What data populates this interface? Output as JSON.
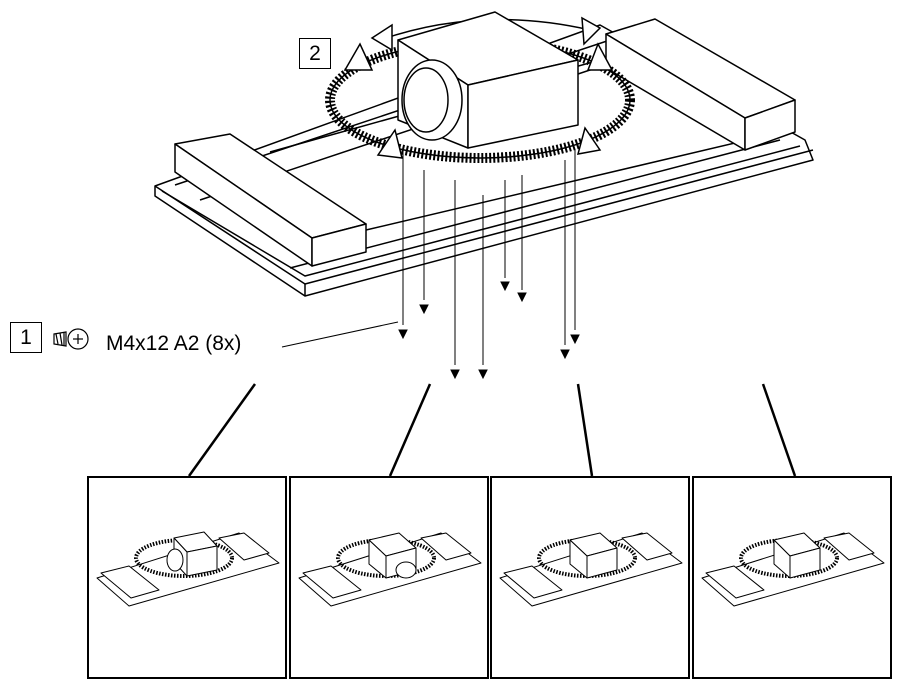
{
  "steps": {
    "step1": "1",
    "step2": "2"
  },
  "screw": {
    "label": "M4x12 A2 (8x)",
    "icon": "screw-icon"
  },
  "variants": {
    "count": 4,
    "items": [
      {
        "name": "orientation-1",
        "outlet": "left"
      },
      {
        "name": "orientation-2",
        "outlet": "front-right"
      },
      {
        "name": "orientation-3",
        "outlet": "none"
      },
      {
        "name": "orientation-4",
        "outlet": "none"
      }
    ]
  },
  "colors": {
    "line": "#000000",
    "background": "#ffffff"
  }
}
